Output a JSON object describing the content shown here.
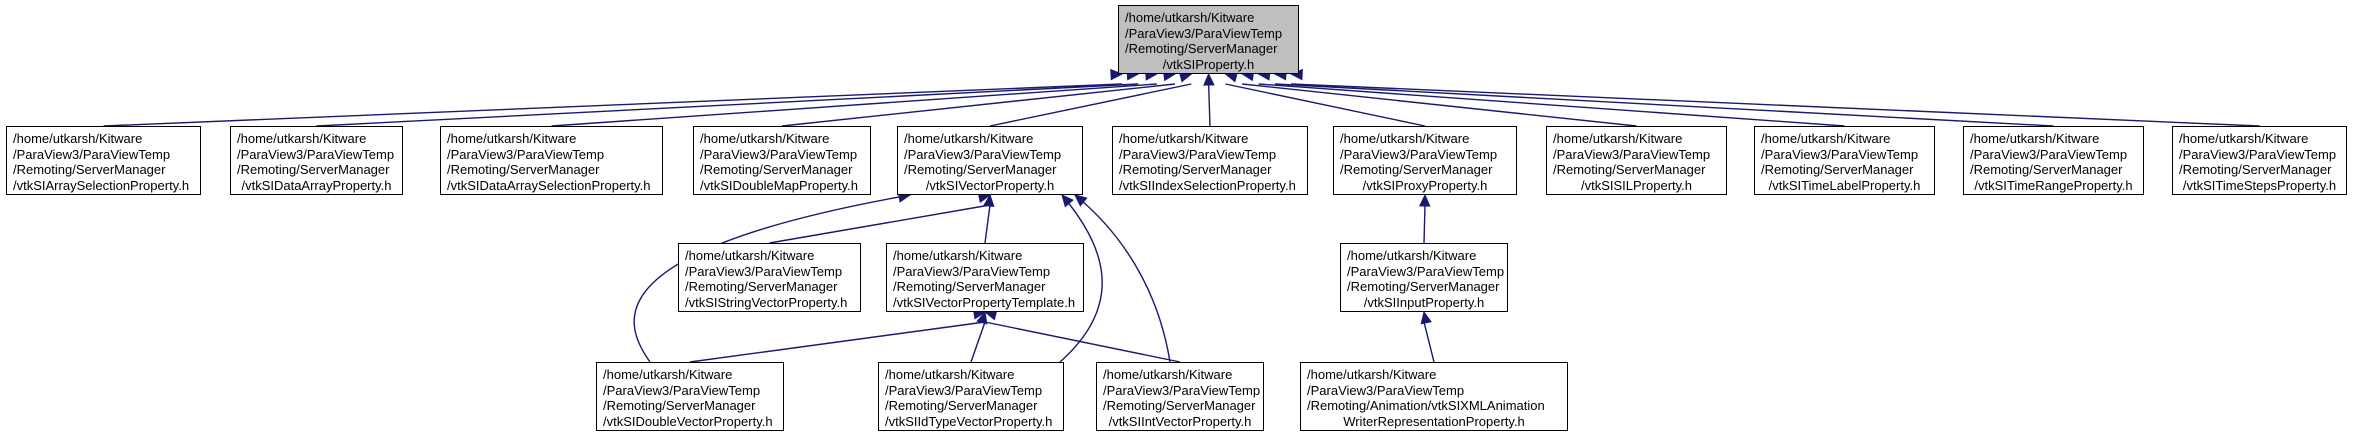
{
  "graph": {
    "nodes": [
      {
        "id": "root",
        "lines": [
          "/home/utkarsh/Kitware",
          "/ParaView3/ParaViewTemp",
          "/Remoting/ServerManager",
          "/vtkSIProperty.h"
        ],
        "align": "center"
      },
      {
        "id": "array-selection",
        "lines": [
          "/home/utkarsh/Kitware",
          "/ParaView3/ParaViewTemp",
          "/Remoting/ServerManager",
          "/vtkSIArraySelectionProperty.h"
        ],
        "align": "left"
      },
      {
        "id": "data-array",
        "lines": [
          "/home/utkarsh/Kitware",
          "/ParaView3/ParaViewTemp",
          "/Remoting/ServerManager",
          "/vtkSIDataArrayProperty.h"
        ],
        "align": "center"
      },
      {
        "id": "data-array-selection",
        "lines": [
          "/home/utkarsh/Kitware",
          "/ParaView3/ParaViewTemp",
          "/Remoting/ServerManager",
          "/vtkSIDataArraySelectionProperty.h"
        ],
        "align": "left"
      },
      {
        "id": "double-map",
        "lines": [
          "/home/utkarsh/Kitware",
          "/ParaView3/ParaViewTemp",
          "/Remoting/ServerManager",
          "/vtkSIDoubleMapProperty.h"
        ],
        "align": "left"
      },
      {
        "id": "vector",
        "lines": [
          "/home/utkarsh/Kitware",
          "/ParaView3/ParaViewTemp",
          "/Remoting/ServerManager",
          "/vtkSIVectorProperty.h"
        ],
        "align": "center"
      },
      {
        "id": "index-selection",
        "lines": [
          "/home/utkarsh/Kitware",
          "/ParaView3/ParaViewTemp",
          "/Remoting/ServerManager",
          "/vtkSIIndexSelectionProperty.h"
        ],
        "align": "left"
      },
      {
        "id": "proxy",
        "lines": [
          "/home/utkarsh/Kitware",
          "/ParaView3/ParaViewTemp",
          "/Remoting/ServerManager",
          "/vtkSIProxyProperty.h"
        ],
        "align": "center"
      },
      {
        "id": "sil",
        "lines": [
          "/home/utkarsh/Kitware",
          "/ParaView3/ParaViewTemp",
          "/Remoting/ServerManager",
          "/vtkSISILProperty.h"
        ],
        "align": "center"
      },
      {
        "id": "time-label",
        "lines": [
          "/home/utkarsh/Kitware",
          "/ParaView3/ParaViewTemp",
          "/Remoting/ServerManager",
          "/vtkSITimeLabelProperty.h"
        ],
        "align": "center"
      },
      {
        "id": "time-range",
        "lines": [
          "/home/utkarsh/Kitware",
          "/ParaView3/ParaViewTemp",
          "/Remoting/ServerManager",
          "/vtkSITimeRangeProperty.h"
        ],
        "align": "center"
      },
      {
        "id": "time-steps",
        "lines": [
          "/home/utkarsh/Kitware",
          "/ParaView3/ParaViewTemp",
          "/Remoting/ServerManager",
          "/vtkSITimeStepsProperty.h"
        ],
        "align": "center"
      },
      {
        "id": "string-vector",
        "lines": [
          "/home/utkarsh/Kitware",
          "/ParaView3/ParaViewTemp",
          "/Remoting/ServerManager",
          "/vtkSIStringVectorProperty.h"
        ],
        "align": "left"
      },
      {
        "id": "vector-template",
        "lines": [
          "/home/utkarsh/Kitware",
          "/ParaView3/ParaViewTemp",
          "/Remoting/ServerManager",
          "/vtkSIVectorPropertyTemplate.h"
        ],
        "align": "left"
      },
      {
        "id": "input",
        "lines": [
          "/home/utkarsh/Kitware",
          "/ParaView3/ParaViewTemp",
          "/Remoting/ServerManager",
          "/vtkSIInputProperty.h"
        ],
        "align": "center"
      },
      {
        "id": "double-vector",
        "lines": [
          "/home/utkarsh/Kitware",
          "/ParaView3/ParaViewTemp",
          "/Remoting/ServerManager",
          "/vtkSIDoubleVectorProperty.h"
        ],
        "align": "left"
      },
      {
        "id": "idtype-vector",
        "lines": [
          "/home/utkarsh/Kitware",
          "/ParaView3/ParaViewTemp",
          "/Remoting/ServerManager",
          "/vtkSIIdTypeVectorProperty.h"
        ],
        "align": "left"
      },
      {
        "id": "int-vector",
        "lines": [
          "/home/utkarsh/Kitware",
          "/ParaView3/ParaViewTemp",
          "/Remoting/ServerManager",
          "/vtkSIIntVectorProperty.h"
        ],
        "align": "center"
      },
      {
        "id": "xml-animation",
        "lines": [
          "/home/utkarsh/Kitware",
          "/ParaView3/ParaViewTemp",
          "/Remoting/Animation/vtkSIXMLAnimation",
          "WriterRepresentationProperty.h"
        ],
        "align": "center"
      }
    ],
    "edges": [
      {
        "from": "array-selection",
        "to": "root"
      },
      {
        "from": "data-array",
        "to": "root"
      },
      {
        "from": "data-array-selection",
        "to": "root"
      },
      {
        "from": "double-map",
        "to": "root"
      },
      {
        "from": "vector",
        "to": "root"
      },
      {
        "from": "index-selection",
        "to": "root"
      },
      {
        "from": "proxy",
        "to": "root"
      },
      {
        "from": "sil",
        "to": "root"
      },
      {
        "from": "time-label",
        "to": "root"
      },
      {
        "from": "time-range",
        "to": "root"
      },
      {
        "from": "time-steps",
        "to": "root"
      },
      {
        "from": "string-vector",
        "to": "vector"
      },
      {
        "from": "vector-template",
        "to": "vector"
      },
      {
        "from": "double-vector",
        "to": "vector"
      },
      {
        "from": "idtype-vector",
        "to": "vector"
      },
      {
        "from": "int-vector",
        "to": "vector"
      },
      {
        "from": "double-vector",
        "to": "vector-template"
      },
      {
        "from": "idtype-vector",
        "to": "vector-template"
      },
      {
        "from": "int-vector",
        "to": "vector-template"
      },
      {
        "from": "input",
        "to": "proxy"
      },
      {
        "from": "xml-animation",
        "to": "input"
      }
    ],
    "colors": {
      "edge": "#191970",
      "root_fill": "#bfbfbf",
      "node_fill": "#ffffff",
      "border": "#000000"
    }
  }
}
